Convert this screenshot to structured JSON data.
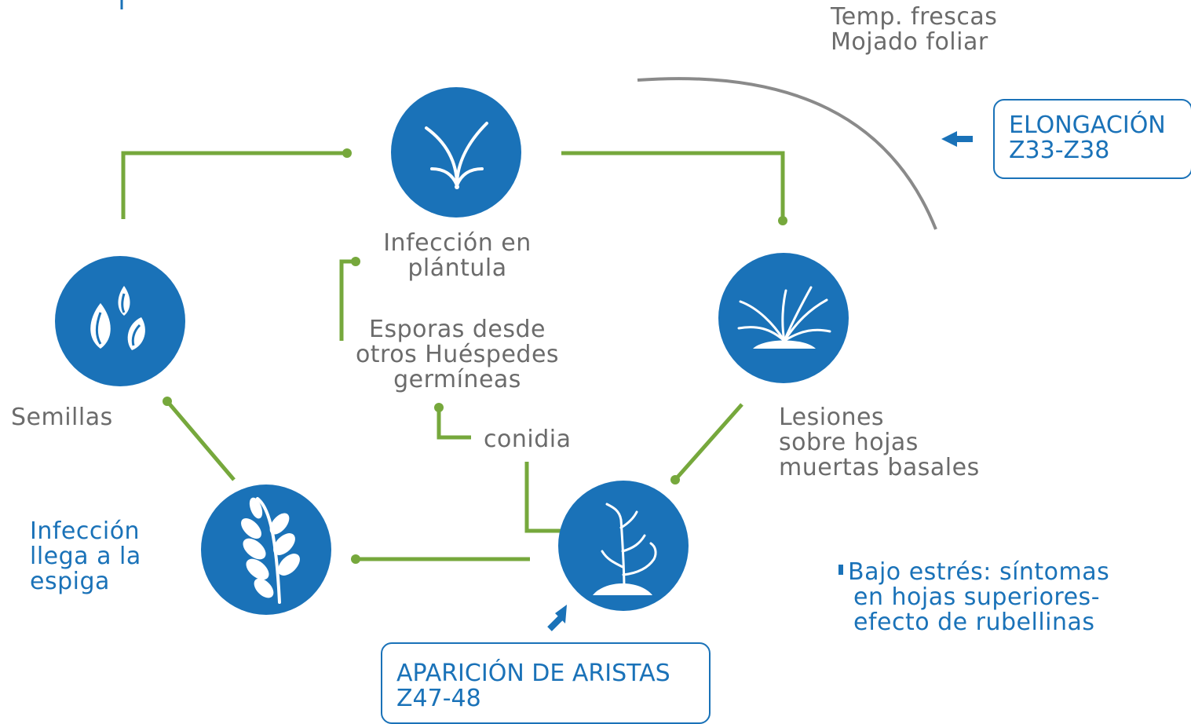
{
  "colors": {
    "brand_blue": "#1a72b8",
    "green": "#76a83c",
    "gray_text": "#6b6b6b",
    "arc_gray": "#8a8a8a"
  },
  "conditions": {
    "line1": "Temp. frescas",
    "line2": "Mojado foliar"
  },
  "elongacion_box": {
    "line1": "ELONGACIÓN",
    "line2": "Z33-Z38"
  },
  "stages": {
    "plantula": {
      "icon": "seedling-icon",
      "line1": "Infección en",
      "line2": "plántula"
    },
    "lesiones": {
      "icon": "grass-tuft-icon",
      "line1": "Lesiones",
      "line2": "sobre hojas",
      "line3": "muertas basales"
    },
    "semillas": {
      "icon": "seeds-icon",
      "label": "Semillas"
    },
    "espiga": {
      "icon": "wheat-ear-icon",
      "line1": "Infección",
      "line2": "llega a la",
      "line3": "espiga"
    },
    "planta": {
      "icon": "diseased-plant-icon"
    }
  },
  "esporas": {
    "line1": "Esporas desde",
    "line2": "otros Huéspedes",
    "line3": "germíneas"
  },
  "conidia": "conidia",
  "aristas_box": {
    "line1": "APARICIÓN DE ARISTAS",
    "line2": "Z47-48"
  },
  "bajo_estres": {
    "line1": "Bajo estrés: síntomas",
    "line2": "en hojas superiores-",
    "line3": "efecto de rubellinas"
  }
}
